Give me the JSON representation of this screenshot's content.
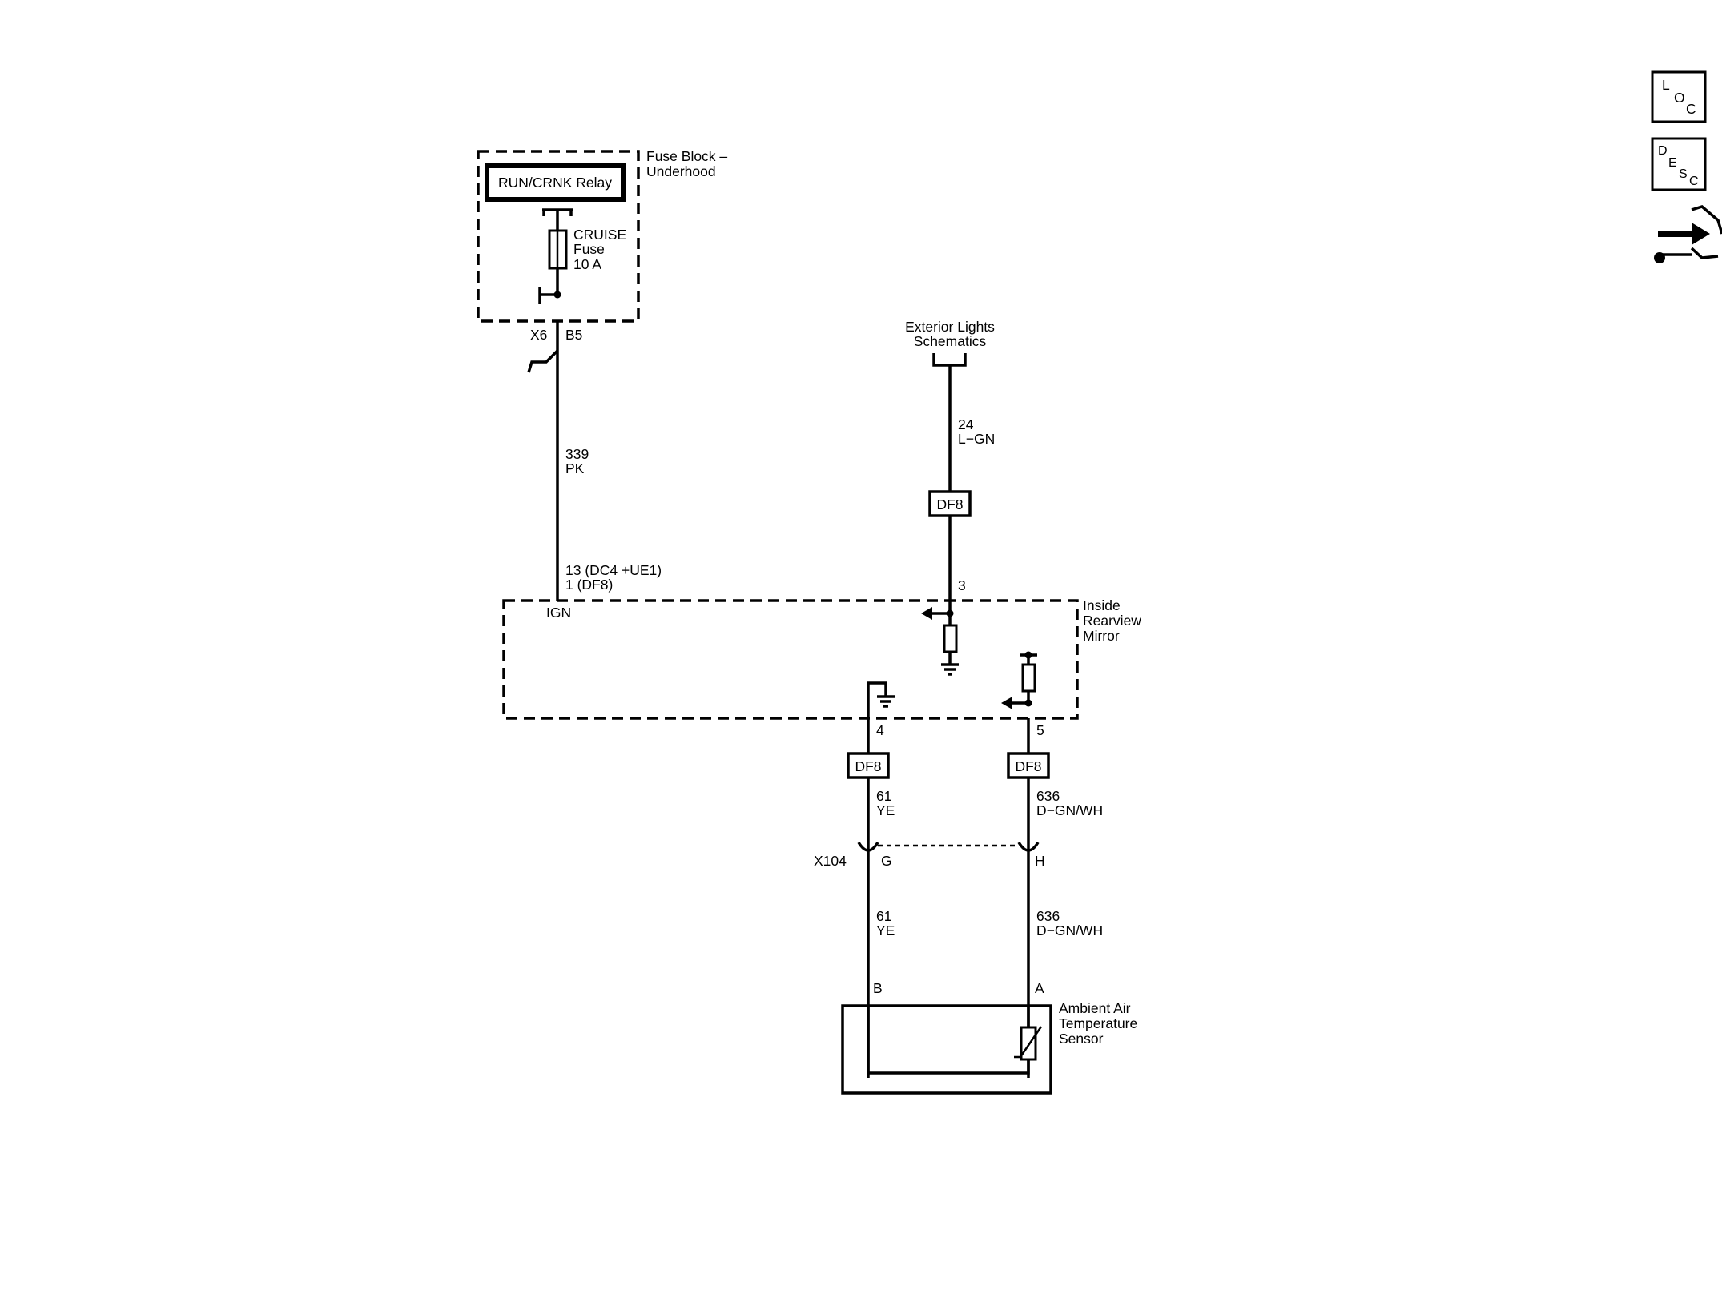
{
  "side_icons": {
    "loc": [
      "L",
      "O",
      "C"
    ],
    "desc": [
      "D",
      "E",
      "S",
      "C"
    ],
    "nav_icon": "connector-end-view-icon"
  },
  "fuse_block": {
    "title_line1": "Fuse Block –",
    "title_line2": "Underhood",
    "relay_label": "RUN/CRNK Relay",
    "fuse_line1": "CRUISE",
    "fuse_line2": "Fuse",
    "fuse_line3": "10 A",
    "connector": "X6",
    "pin": "B5"
  },
  "wires": {
    "w339_circuit": "339",
    "w339_color": "PK",
    "w24_circuit": "24",
    "w24_color": "L−GN",
    "w61_circuit": "61",
    "w61_color": "YE",
    "w636_circuit": "636",
    "w636_color": "D−GN/WH"
  },
  "exterior_lights": {
    "line1": "Exterior Lights",
    "line2": "Schematics"
  },
  "mirror": {
    "label_line1": "Inside",
    "label_line2": "Rearview",
    "label_line3": "Mirror",
    "ign_pin_line1": "13 (DC4 +UE1)",
    "ign_pin_line2": "1 (DF8)",
    "ign_label": "IGN",
    "pin3": "3",
    "pin4": "4",
    "pin5": "5"
  },
  "df8_tags": [
    "DF8",
    "DF8",
    "DF8"
  ],
  "x104": {
    "connector": "X104",
    "pin_g": "G",
    "pin_h": "H"
  },
  "sensor": {
    "pin_b": "B",
    "pin_a": "A",
    "label_line1": "Ambient Air",
    "label_line2": "Temperature",
    "label_line3": "Sensor"
  }
}
